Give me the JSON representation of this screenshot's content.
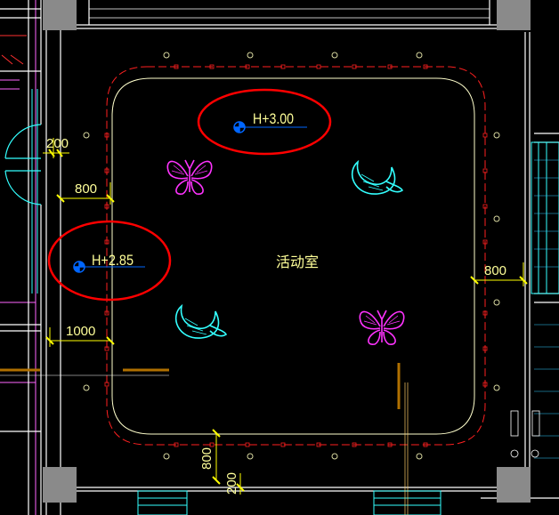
{
  "drawing": {
    "room_label": "活动室",
    "elevations": [
      {
        "text": "H+3.00",
        "highlighted": true
      },
      {
        "text": "H+2.85",
        "highlighted": true
      }
    ],
    "dimensions": [
      {
        "text": "200",
        "orientation": "horizontal"
      },
      {
        "text": "800",
        "orientation": "horizontal"
      },
      {
        "text": "1000",
        "orientation": "horizontal"
      },
      {
        "text": "800",
        "orientation": "horizontal"
      },
      {
        "text": "800",
        "orientation": "vertical"
      },
      {
        "text": "200",
        "orientation": "vertical"
      }
    ],
    "colors": {
      "background": "#000000",
      "wall": "#ffffff",
      "column": "#808080",
      "ceiling_outline": "#ffff99",
      "light_strip": "#ff2020",
      "dimension": "#ffff00",
      "annotation_circle": "#ff0000",
      "elevation_mark": "#0066ff",
      "butterfly": "#ff33ff",
      "moon_decoration": "#33ffff",
      "door_swing": "#33ffff",
      "beam_line": "#b07000",
      "partition": "#ff66ff"
    },
    "icons": [
      "column",
      "downlight",
      "butterfly-decoration",
      "crescent-moon-decoration",
      "elevation-marker",
      "door-swing"
    ]
  }
}
